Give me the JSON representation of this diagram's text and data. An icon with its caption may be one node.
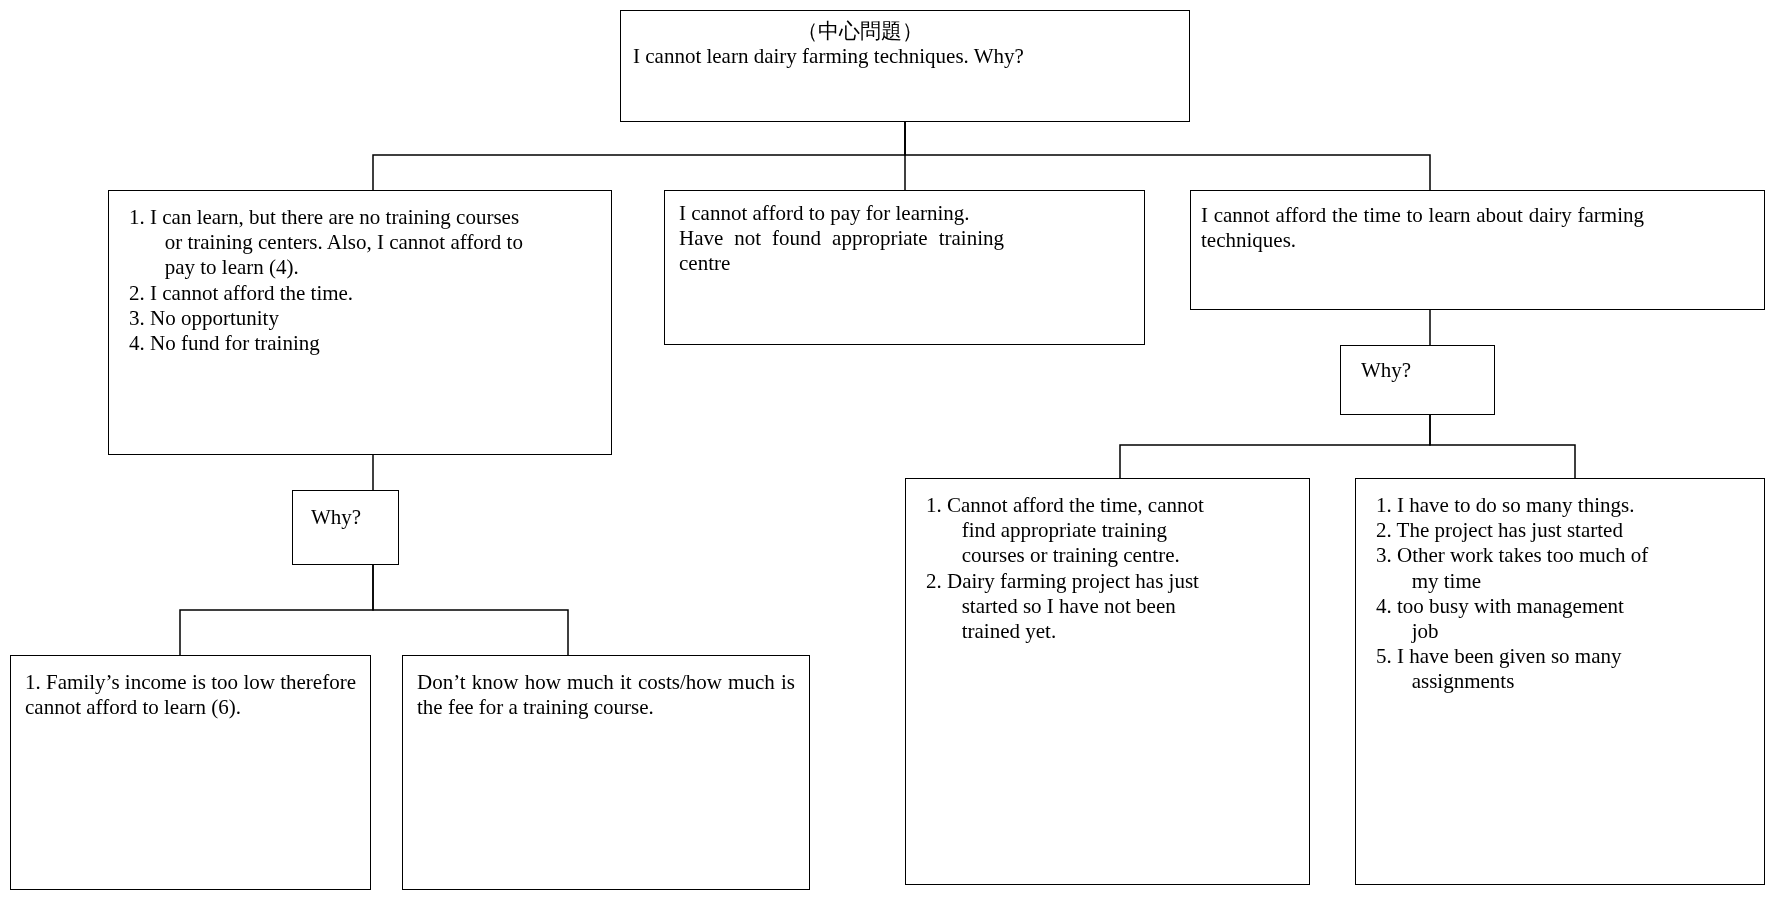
{
  "diagram": {
    "nodes": [
      {
        "text": [
          "（中心問題）",
          "I cannot learn dairy farming techniques. Why?"
        ]
      },
      {
        "text": [
          "1. I can learn, but there are no training courses or training centers. Also, I cannot afford to pay to learn (4).",
          "2. I cannot afford the time.",
          "3. No opportunity",
          "4. No fund for training"
        ]
      },
      {
        "text": [
          "I cannot afford to pay for learning.",
          "Have not found appropriate training centre"
        ]
      },
      {
        "text": [
          "I cannot afford the time to learn about dairy farming techniques."
        ]
      },
      {
        "text": [
          "Why?"
        ]
      },
      {
        "text": [
          "1. Family’s income is too low therefore cannot afford to learn (6)."
        ]
      },
      {
        "text": [
          "Don’t know how much it costs/how much is the fee for a training course."
        ]
      },
      {
        "text": [
          "Why?"
        ]
      },
      {
        "text": [
          "1. Cannot afford the time, cannot find appropriate training courses or training centre.",
          "2. Dairy farming project has just started so I have not been trained yet."
        ]
      },
      {
        "text": [
          "1. I have to do so many things.",
          "2. The project has just started",
          "3. Other work takes too much of my time",
          "4. too busy with management job",
          "5. I have been given so many assignments"
        ]
      }
    ],
    "edges": [
      {
        "from": 0,
        "to": 1,
        "arrow": "none"
      },
      {
        "from": 0,
        "to": 2,
        "arrow": "none"
      },
      {
        "from": 0,
        "to": 3,
        "arrow": "none"
      },
      {
        "from": 1,
        "to": 4,
        "arrow": "none"
      },
      {
        "from": 4,
        "to": 5,
        "arrow": "none"
      },
      {
        "from": 4,
        "to": 6,
        "arrow": "none"
      },
      {
        "from": 3,
        "to": 7,
        "arrow": "none"
      },
      {
        "from": 7,
        "to": 8,
        "arrow": "none"
      },
      {
        "from": 7,
        "to": 9,
        "arrow": "none"
      }
    ]
  }
}
